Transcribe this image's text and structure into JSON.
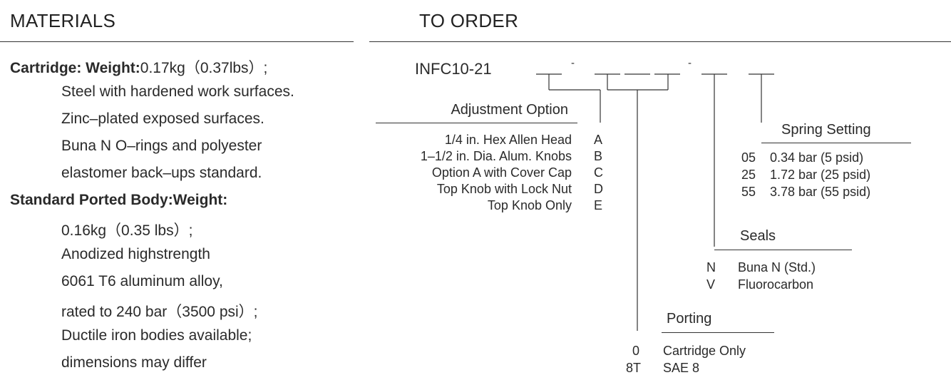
{
  "materials": {
    "heading": "MATERIALS",
    "cartridge": {
      "label": "Cartridge: Weight:",
      "weight": "0.17kg（0.37lbs）;",
      "lines": [
        "Steel with hardened work surfaces.",
        "Zinc–plated exposed surfaces.",
        "Buna N O–rings and polyester",
        "elastomer back–ups standard."
      ]
    },
    "body": {
      "label": "Standard Ported Body:Weight:",
      "lines": [
        "0.16kg（0.35 lbs）;",
        "Anodized highstrength",
        "6061 T6 aluminum alloy,",
        "rated to 240 bar（3500 psi）;",
        "Ductile iron bodies available;",
        "dimensions may differ"
      ]
    }
  },
  "to_order": {
    "heading": "TO ORDER",
    "model": "INFC10-21",
    "dash1": "-",
    "dash2": "-",
    "adjustment": {
      "title": "Adjustment Option",
      "options": [
        {
          "desc": "1/4 in. Hex Allen Head",
          "code": "A"
        },
        {
          "desc": "1–1/2 in. Dia. Alum. Knobs",
          "code": "B"
        },
        {
          "desc": "Option A with Cover Cap",
          "code": "C"
        },
        {
          "desc": "Top Knob with Lock Nut",
          "code": "D"
        },
        {
          "desc": "Top Knob Only",
          "code": "E"
        }
      ]
    },
    "spring": {
      "title": "Spring Setting",
      "options": [
        {
          "code": "05",
          "desc": "0.34 bar (5 psid)"
        },
        {
          "code": "25",
          "desc": "1.72 bar (25 psid)"
        },
        {
          "code": "55",
          "desc": "3.78 bar (55 psid)"
        }
      ]
    },
    "seals": {
      "title": "Seals",
      "options": [
        {
          "code": "N",
          "desc": "Buna N (Std.)"
        },
        {
          "code": "V",
          "desc": "Fluorocarbon"
        }
      ]
    },
    "porting": {
      "title": "Porting",
      "options": [
        {
          "code": "0",
          "desc": "Cartridge Only"
        },
        {
          "code": "8T",
          "desc": "SAE 8"
        }
      ]
    }
  }
}
